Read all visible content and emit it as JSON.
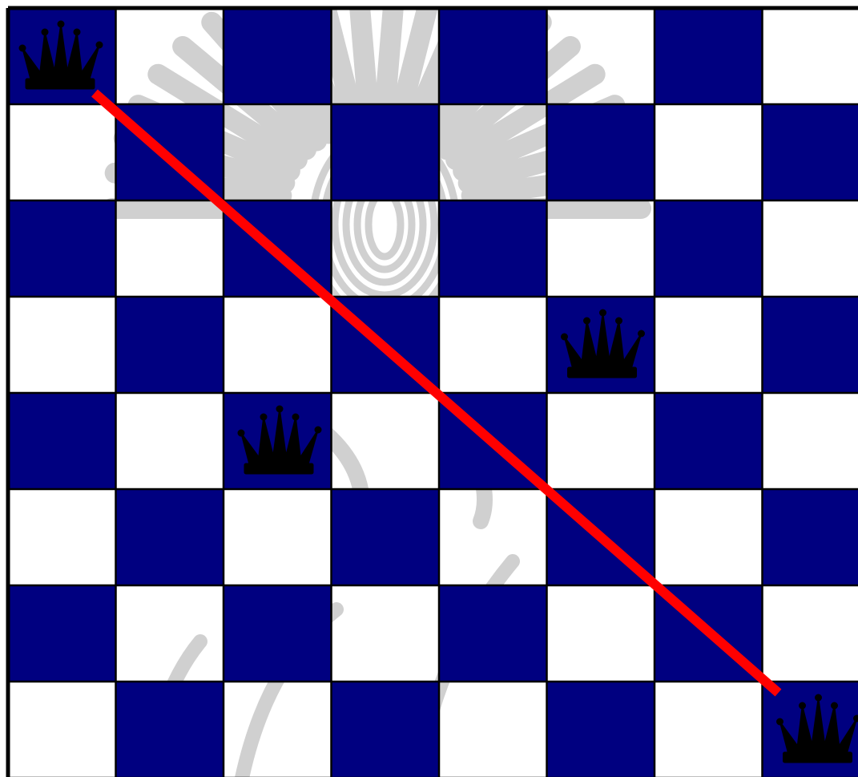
{
  "board": {
    "rows": 8,
    "cols": 8,
    "dark_color": "#000080",
    "light_color": "#ffffff",
    "grid_color": "#000000",
    "top_left_square": "dark"
  },
  "watermark": {
    "description_icon": "calligraphy-sunburst-watermark",
    "color": "#c8c8c8"
  },
  "queens": [
    {
      "row": 0,
      "col": 0,
      "icon": "queen-icon"
    },
    {
      "row": 3,
      "col": 5,
      "icon": "queen-icon"
    },
    {
      "row": 4,
      "col": 2,
      "icon": "queen-icon"
    },
    {
      "row": 7,
      "col": 7,
      "icon": "queen-icon"
    }
  ],
  "attack_line": {
    "from": {
      "row": 0,
      "col": 0
    },
    "to": {
      "row": 7,
      "col": 7
    },
    "color": "#ff0000"
  }
}
